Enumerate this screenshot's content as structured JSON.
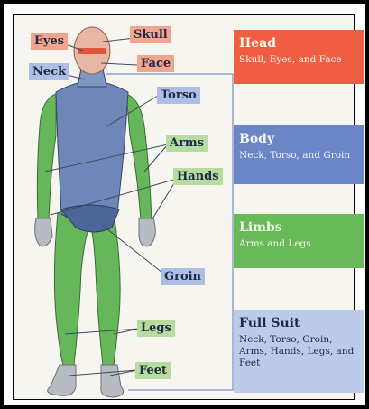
{
  "labels": {
    "eyes": "Eyes",
    "skull": "Skull",
    "face": "Face",
    "neck": "Neck",
    "torso": "Torso",
    "arms": "Arms",
    "hands": "Hands",
    "groin": "Groin",
    "legs": "Legs",
    "feet": "Feet"
  },
  "categories": {
    "head": {
      "title": "Head",
      "desc": "Skull, Eyes, and Face",
      "color": "#ef5e43"
    },
    "body": {
      "title": "Body",
      "desc": "Neck, Torso, and Groin",
      "color": "#6b86c6"
    },
    "limbs": {
      "title": "Limbs",
      "desc": "Arms and Legs",
      "color": "#68b957"
    },
    "full": {
      "title": "Full Suit",
      "desc": "Neck, Torso, Groin, Arms, Hands, Legs, and Feet",
      "color": "#bccbea"
    }
  }
}
